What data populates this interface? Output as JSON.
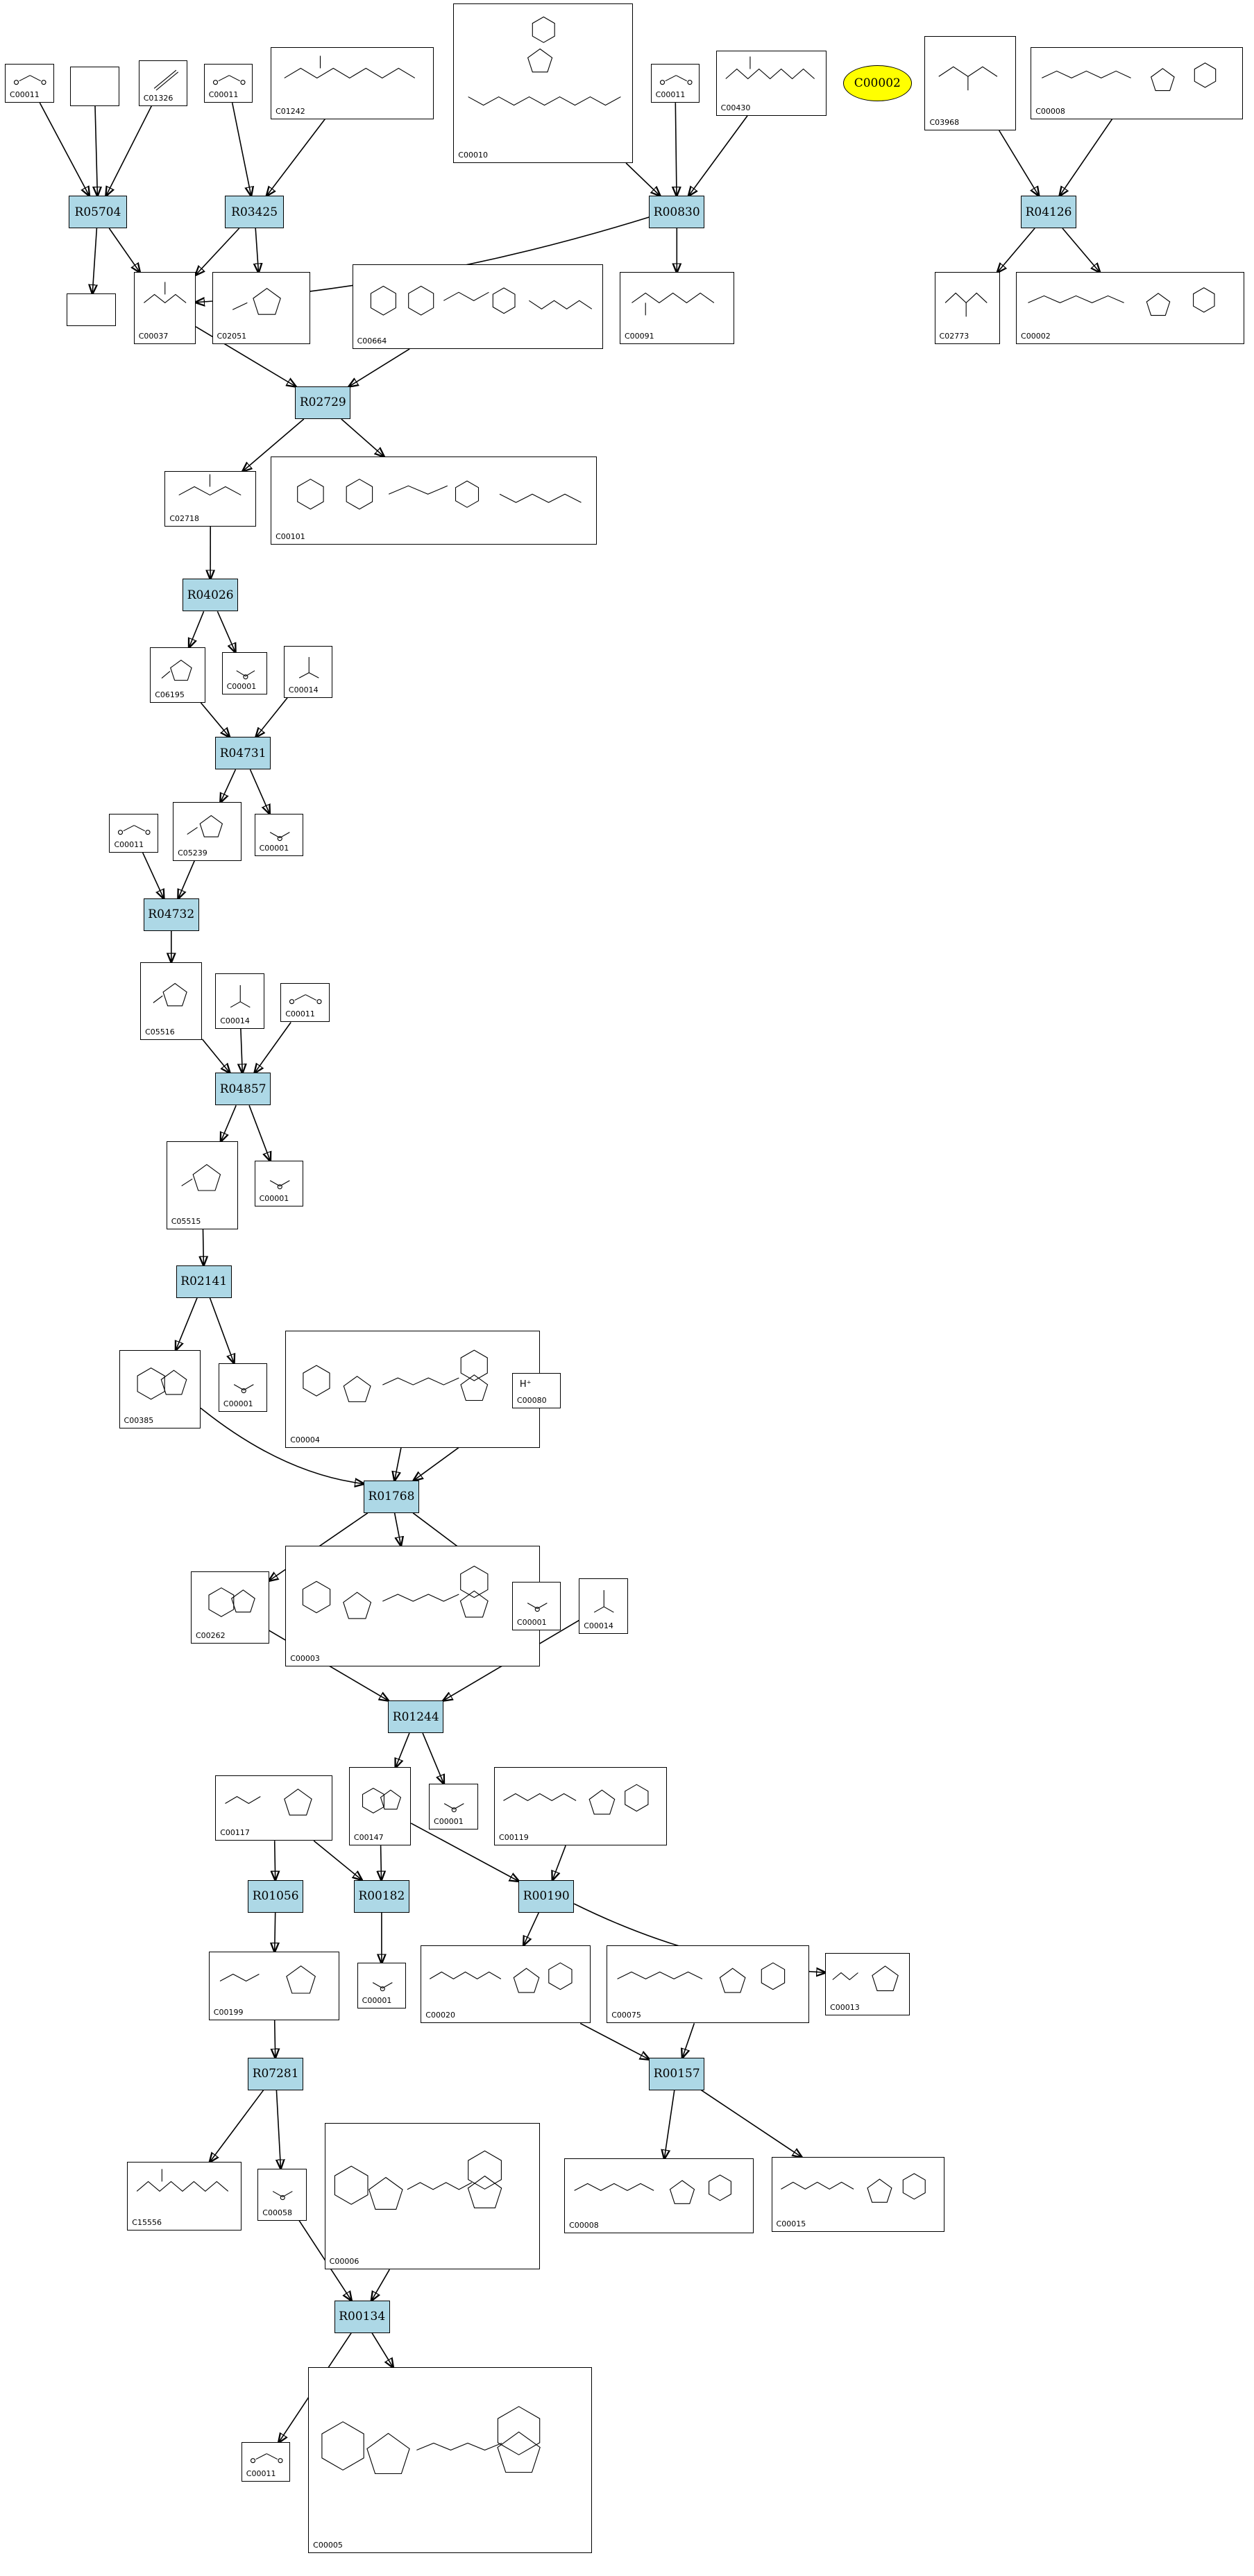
{
  "reactions": [
    {
      "id": "R05704"
    },
    {
      "id": "R03425"
    },
    {
      "id": "R00830"
    },
    {
      "id": "R04126"
    },
    {
      "id": "R02729"
    },
    {
      "id": "R04026"
    },
    {
      "id": "R04731"
    },
    {
      "id": "R04732"
    },
    {
      "id": "R04857"
    },
    {
      "id": "R02141"
    },
    {
      "id": "R01768"
    },
    {
      "id": "R01244"
    },
    {
      "id": "R01056"
    },
    {
      "id": "R00182"
    },
    {
      "id": "R00190"
    },
    {
      "id": "R07281"
    },
    {
      "id": "R00157"
    },
    {
      "id": "R00134"
    }
  ],
  "compounds": [
    {
      "id": "C00011"
    },
    {
      "id": ""
    },
    {
      "id": "C01326"
    },
    {
      "id": "C00011"
    },
    {
      "id": "C01242"
    },
    {
      "id": "C00010"
    },
    {
      "id": "C00011"
    },
    {
      "id": "C00430"
    },
    {
      "id": "C03968"
    },
    {
      "id": "C00008"
    },
    {
      "id": ""
    },
    {
      "id": "C00037"
    },
    {
      "id": "C02051"
    },
    {
      "id": "C00664"
    },
    {
      "id": "C00091"
    },
    {
      "id": "C02773"
    },
    {
      "id": "C00002"
    },
    {
      "id": "C02718"
    },
    {
      "id": "C00101"
    },
    {
      "id": "C06195"
    },
    {
      "id": "C00001"
    },
    {
      "id": "C00014"
    },
    {
      "id": "C00011"
    },
    {
      "id": "C05239"
    },
    {
      "id": "C00001"
    },
    {
      "id": "C05516"
    },
    {
      "id": "C00014"
    },
    {
      "id": "C00011"
    },
    {
      "id": "C05515"
    },
    {
      "id": "C00001"
    },
    {
      "id": "C00385"
    },
    {
      "id": "C00001"
    },
    {
      "id": "C00004"
    },
    {
      "id": "C00080"
    },
    {
      "id": "C00262"
    },
    {
      "id": "C00003"
    },
    {
      "id": "C00001"
    },
    {
      "id": "C00014"
    },
    {
      "id": "C00117"
    },
    {
      "id": "C00147"
    },
    {
      "id": "C00001"
    },
    {
      "id": "C00119"
    },
    {
      "id": "C00199"
    },
    {
      "id": "C00001"
    },
    {
      "id": "C00020"
    },
    {
      "id": "C00075"
    },
    {
      "id": "C00013"
    },
    {
      "id": "C15556"
    },
    {
      "id": "C00058"
    },
    {
      "id": "C00006"
    },
    {
      "id": "C00008"
    },
    {
      "id": "C00015"
    },
    {
      "id": "C00011"
    },
    {
      "id": "C00005"
    }
  ],
  "highlight": {
    "id": "C00002",
    "color": "#ffff00"
  },
  "labels": {
    "hplus": "H⁺"
  },
  "colors": {
    "reaction_fill": "#add8e6",
    "highlight_fill": "#ffff00",
    "stroke": "#000000"
  }
}
